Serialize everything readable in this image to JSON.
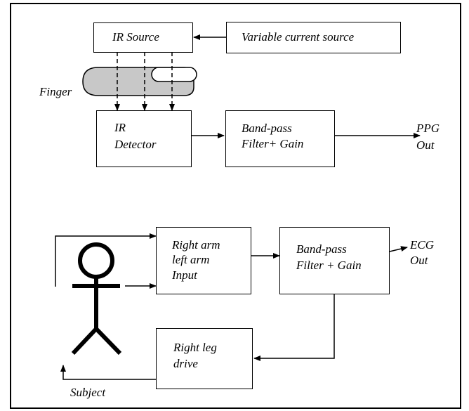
{
  "ppg": {
    "ir_source": "IR Source",
    "variable_current_source": "Variable current source",
    "finger": "Finger",
    "ir_detector_line1": "IR",
    "ir_detector_line2": "Detector",
    "filter_line1": "Band-pass",
    "filter_line2": "Filter+ Gain",
    "out_line1": "PPG",
    "out_line2": "Out"
  },
  "ecg": {
    "input_line1": "Right arm",
    "input_line2": "left arm",
    "input_line3": "Input",
    "filter_line1": "Band-pass",
    "filter_line2": "Filter + Gain",
    "out_line1": "ECG",
    "out_line2": "Out",
    "rld_line1": "Right leg",
    "rld_line2": "drive",
    "subject": "Subject"
  }
}
